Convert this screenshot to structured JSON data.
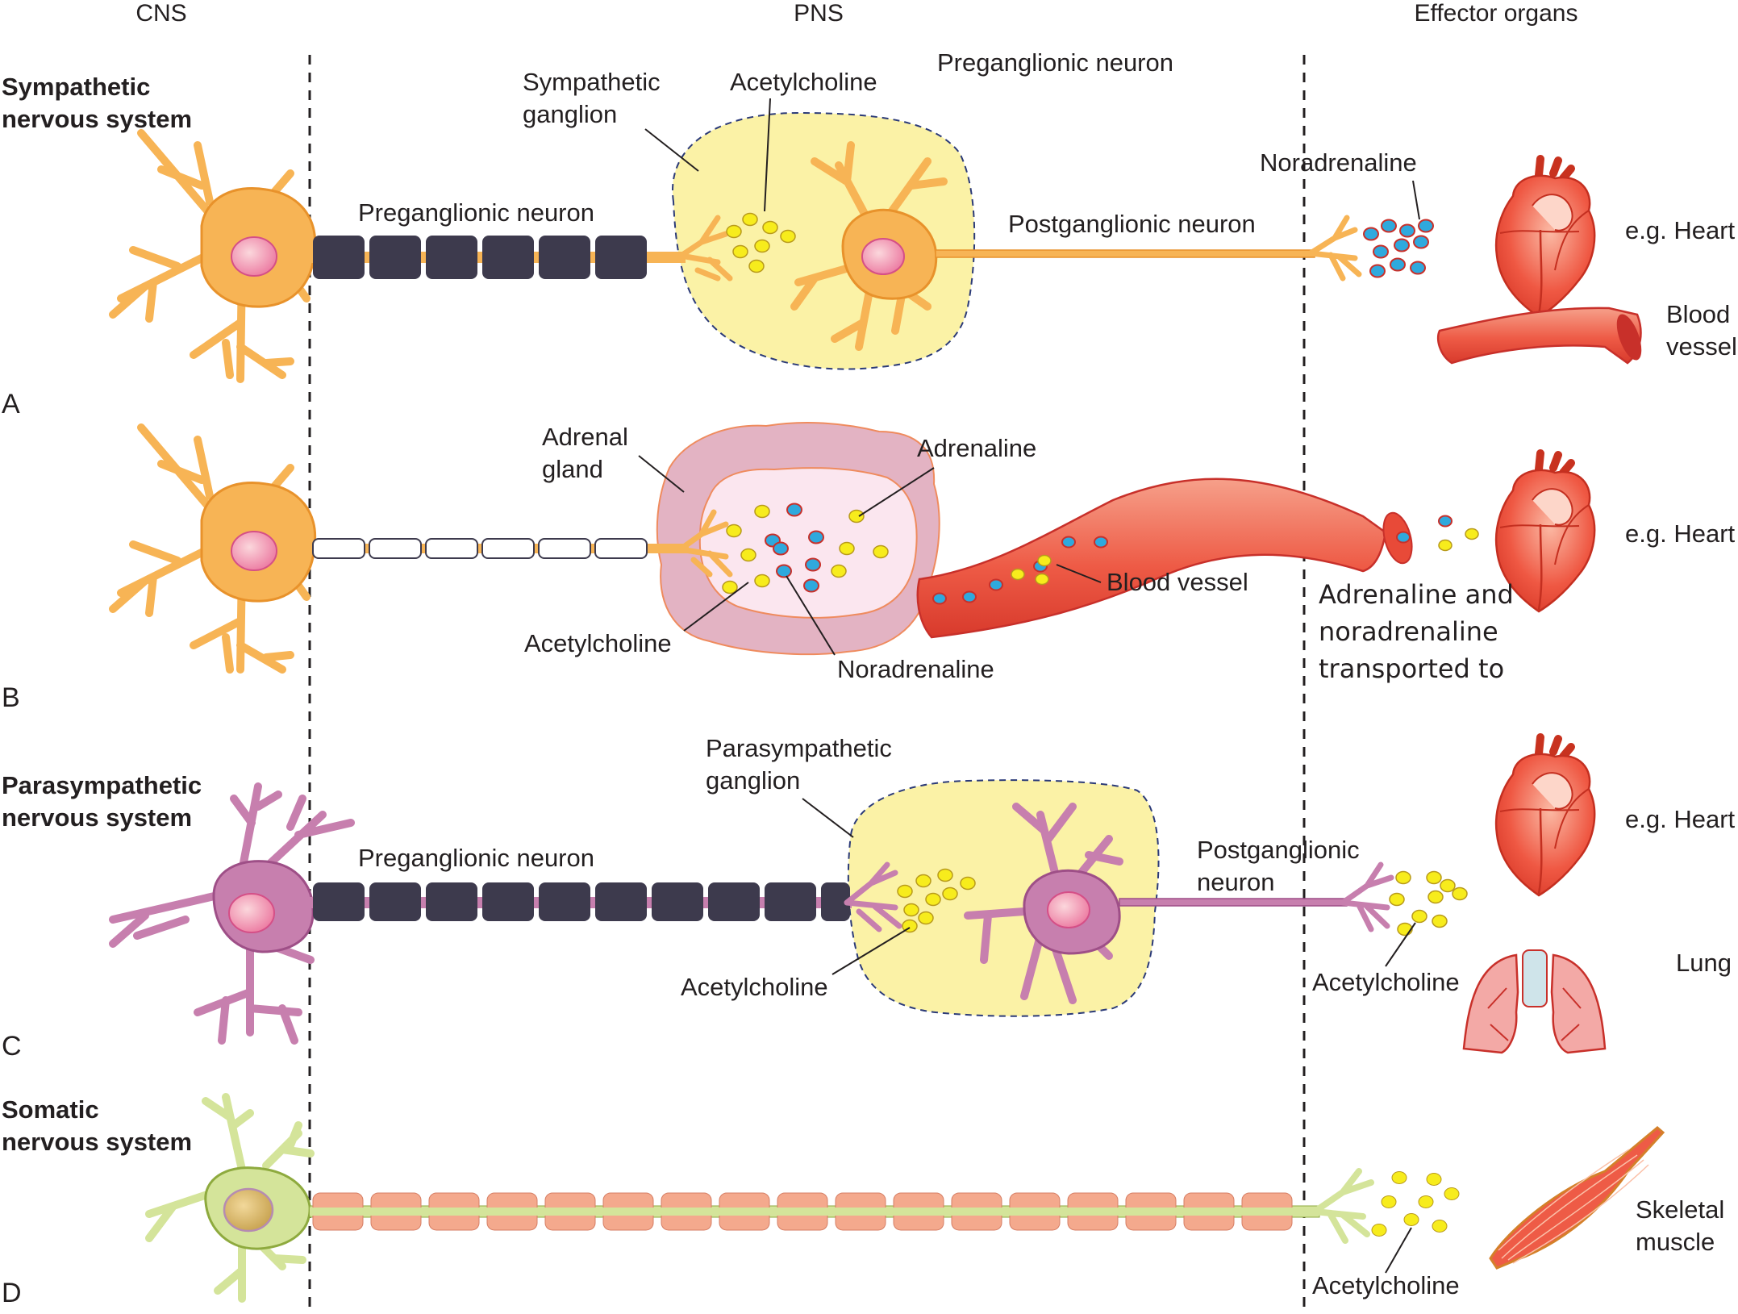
{
  "headers": {
    "cns": "CNS",
    "pns": "PNS",
    "effector": "Effector organs"
  },
  "panel_letters": {
    "a": "A",
    "b": "B",
    "c": "C",
    "d": "D"
  },
  "system_titles": {
    "sympathetic_1": "Sympathetic",
    "sympathetic_2": "nervous system",
    "parasympathetic_1": "Parasympathetic",
    "parasympathetic_2": "nervous system",
    "somatic_1": "Somatic",
    "somatic_2": "nervous system"
  },
  "panel_a": {
    "preganglionic_top": "Preganglionic neuron",
    "preganglionic_axon": "Preganglionic neuron",
    "ganglion_1": "Sympathetic",
    "ganglion_2": "ganglion",
    "acetylcholine": "Acetylcholine",
    "postganglionic": "Postganglionic neuron",
    "noradrenaline": "Noradrenaline",
    "heart": "e.g. Heart",
    "vessel_1": "Blood",
    "vessel_2": "vessel"
  },
  "panel_b": {
    "gland_1": "Adrenal",
    "gland_2": "gland",
    "adrenaline": "Adrenaline",
    "acetylcholine": "Acetylcholine",
    "noradrenaline": "Noradrenaline",
    "blood_vessel": "Blood vessel",
    "transport_1": "Adrenaline and",
    "transport_2": "noradrenaline",
    "transport_3": "transported to",
    "heart": "e.g. Heart"
  },
  "panel_c": {
    "ganglion_1": "Parasympathetic",
    "ganglion_2": "ganglion",
    "preganglionic": "Preganglionic neuron",
    "acetylcholine_ganglion": "Acetylcholine",
    "postganglionic_1": "Postganglionic",
    "postganglionic_2": "neuron",
    "acetylcholine_effector": "Acetylcholine",
    "heart": "e.g. Heart",
    "lung": "Lung"
  },
  "panel_d": {
    "acetylcholine": "Acetylcholine",
    "muscle_1": "Skeletal",
    "muscle_2": "muscle"
  },
  "colors": {
    "sympathetic_neuron": "#f7b455",
    "parasympathetic_neuron": "#c77fae",
    "somatic_neuron": "#d4e49a",
    "myelin_dark": "#3d3a4d",
    "myelin_salmon": "#f4a98d",
    "ganglion_fill": "#fbf2a6",
    "adrenal_outer": "#e3b3c3",
    "adrenal_inner": "#fbe6ef",
    "acetylcholine_vesicle": "#f7ec1c",
    "noradrenaline_vesicle": "#2fa9dd",
    "organ_red": "#ee4c3c"
  }
}
